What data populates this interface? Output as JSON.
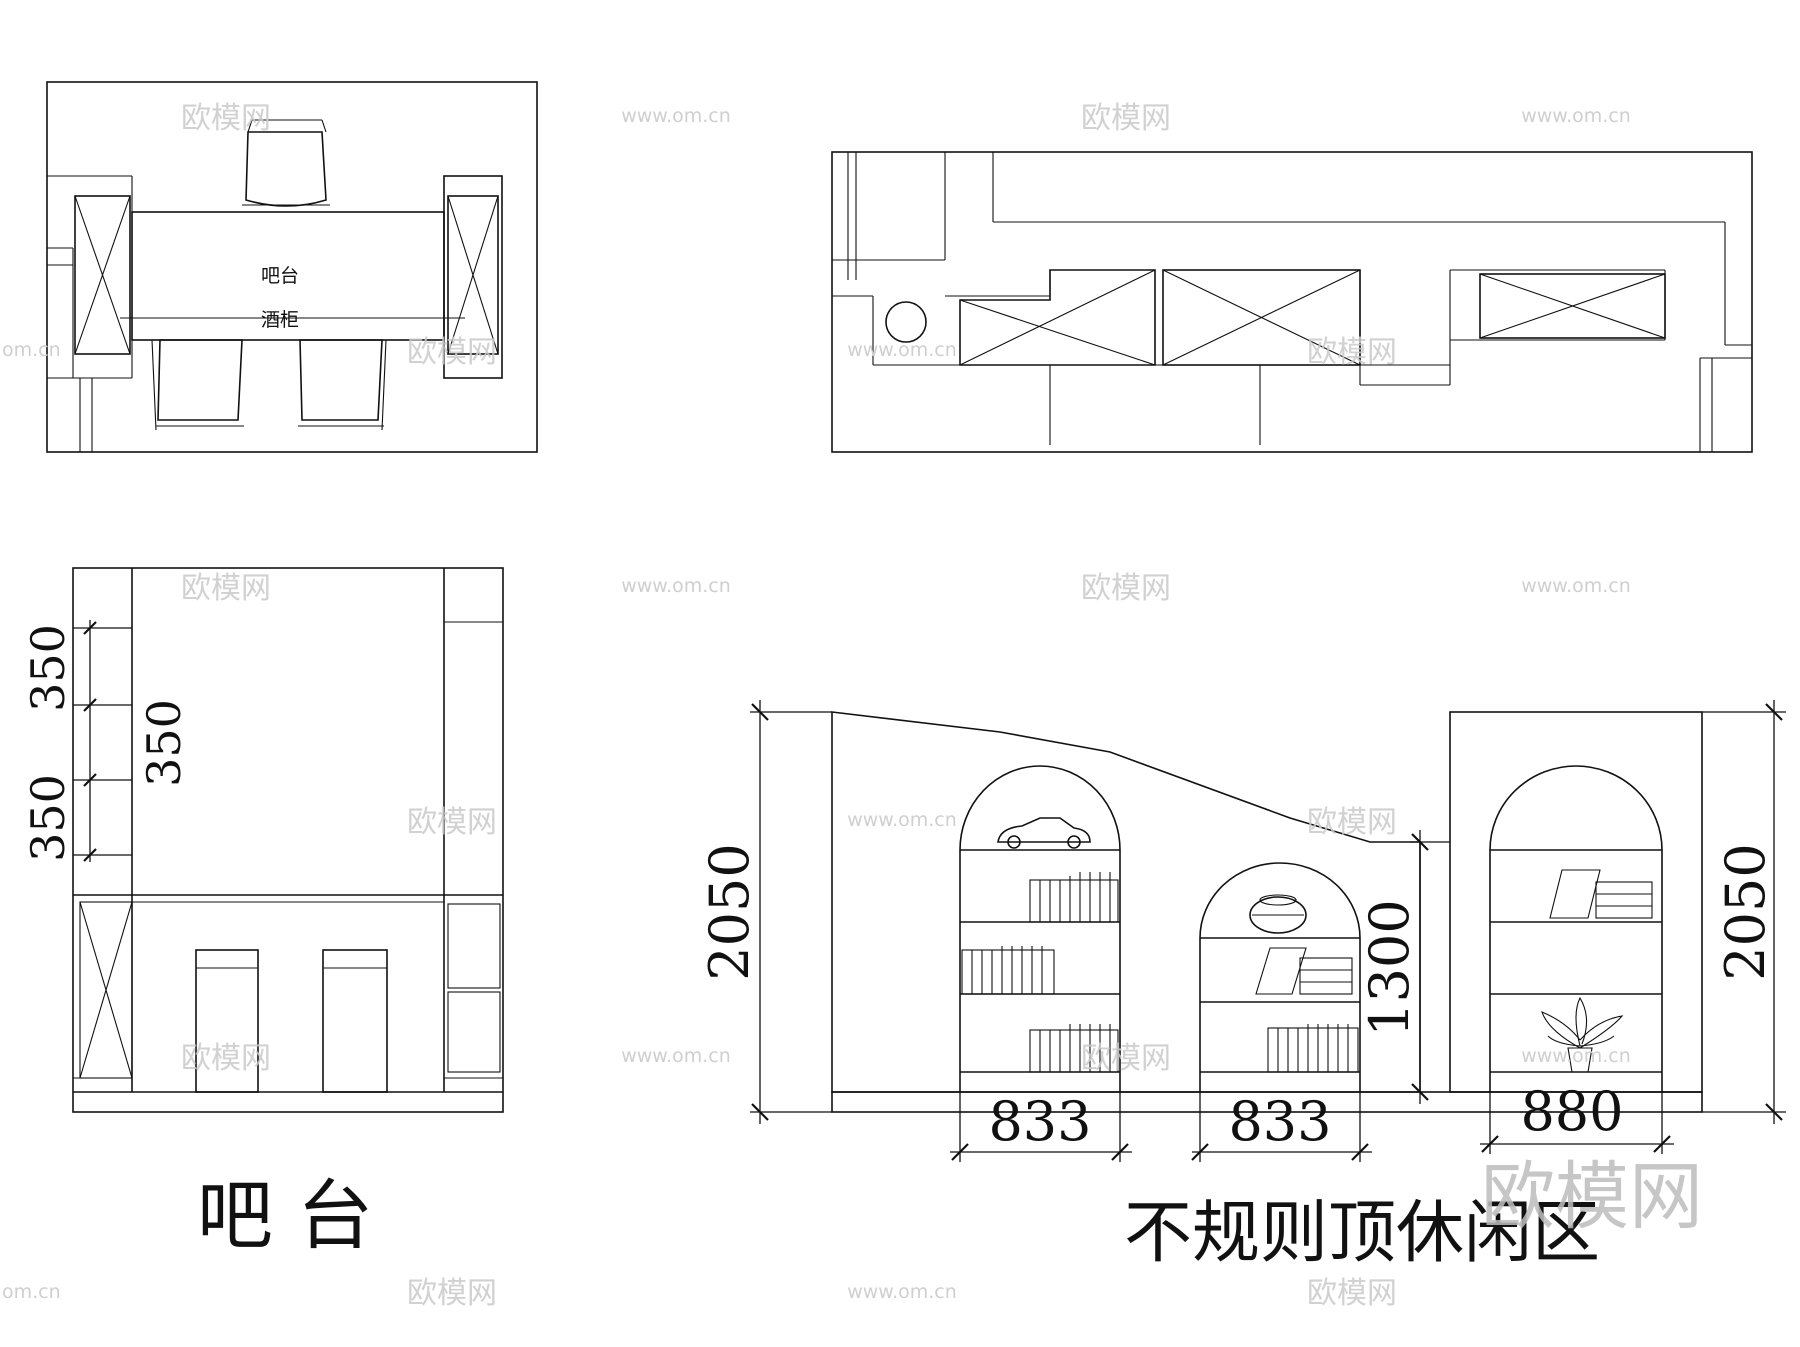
{
  "bar_plan": {
    "label_bar": "吧台",
    "label_cabinet": "酒柜"
  },
  "bar_elevation": {
    "dims_left": [
      "350",
      "350"
    ],
    "dim_right": "350",
    "title": "吧  台"
  },
  "leisure_elevation": {
    "height_left": "2050",
    "height_right": "2050",
    "height_mid": "1300",
    "widths": [
      "833",
      "833",
      "880"
    ],
    "title": "不规则顶休闲区"
  },
  "watermarks": {
    "brand": "欧模网",
    "url": "www.om.cn",
    "url_short": "om.cn",
    "corner_logo": "欧模网"
  }
}
